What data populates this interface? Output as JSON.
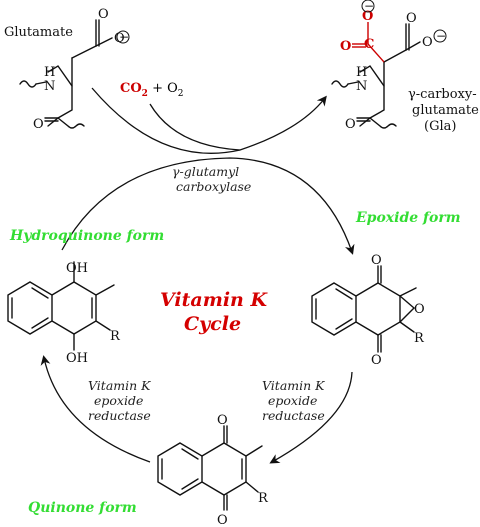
{
  "title": {
    "line1": "Vitamin K",
    "line2": "Cycle"
  },
  "forms": {
    "hydroquinone": "Hydroquinone form",
    "epoxide": "Epoxide form",
    "quinone": "Quinone form"
  },
  "enzymes": {
    "carboxylase_line1": "γ-glutamyl",
    "carboxylase_line2": "carboxylase",
    "reductase_right_line1": "Vitamin K",
    "reductase_right_line2": "epoxide",
    "reductase_right_line3": "reductase",
    "reductase_left_line1": "Vitamin K",
    "reductase_left_line2": "epoxide",
    "reductase_left_line3": "reductase"
  },
  "substrate": {
    "name": "Glutamate"
  },
  "product": {
    "line1": "γ-carboxy-",
    "line2": "glutamate",
    "line3": "(Gla)"
  },
  "reagents": {
    "co2": "CO",
    "co2_sub": "2",
    "plus": " + O",
    "o2_sub": "2"
  },
  "atoms": {
    "O": "O",
    "H": "H",
    "N": "N",
    "C": "C",
    "R": "R",
    "OH": "OH",
    "minus": "−"
  },
  "colors": {
    "form_label": "#33dd33",
    "title": "#d40000",
    "co2": "#cc0000",
    "carboxyl_group": "#cc0000"
  }
}
